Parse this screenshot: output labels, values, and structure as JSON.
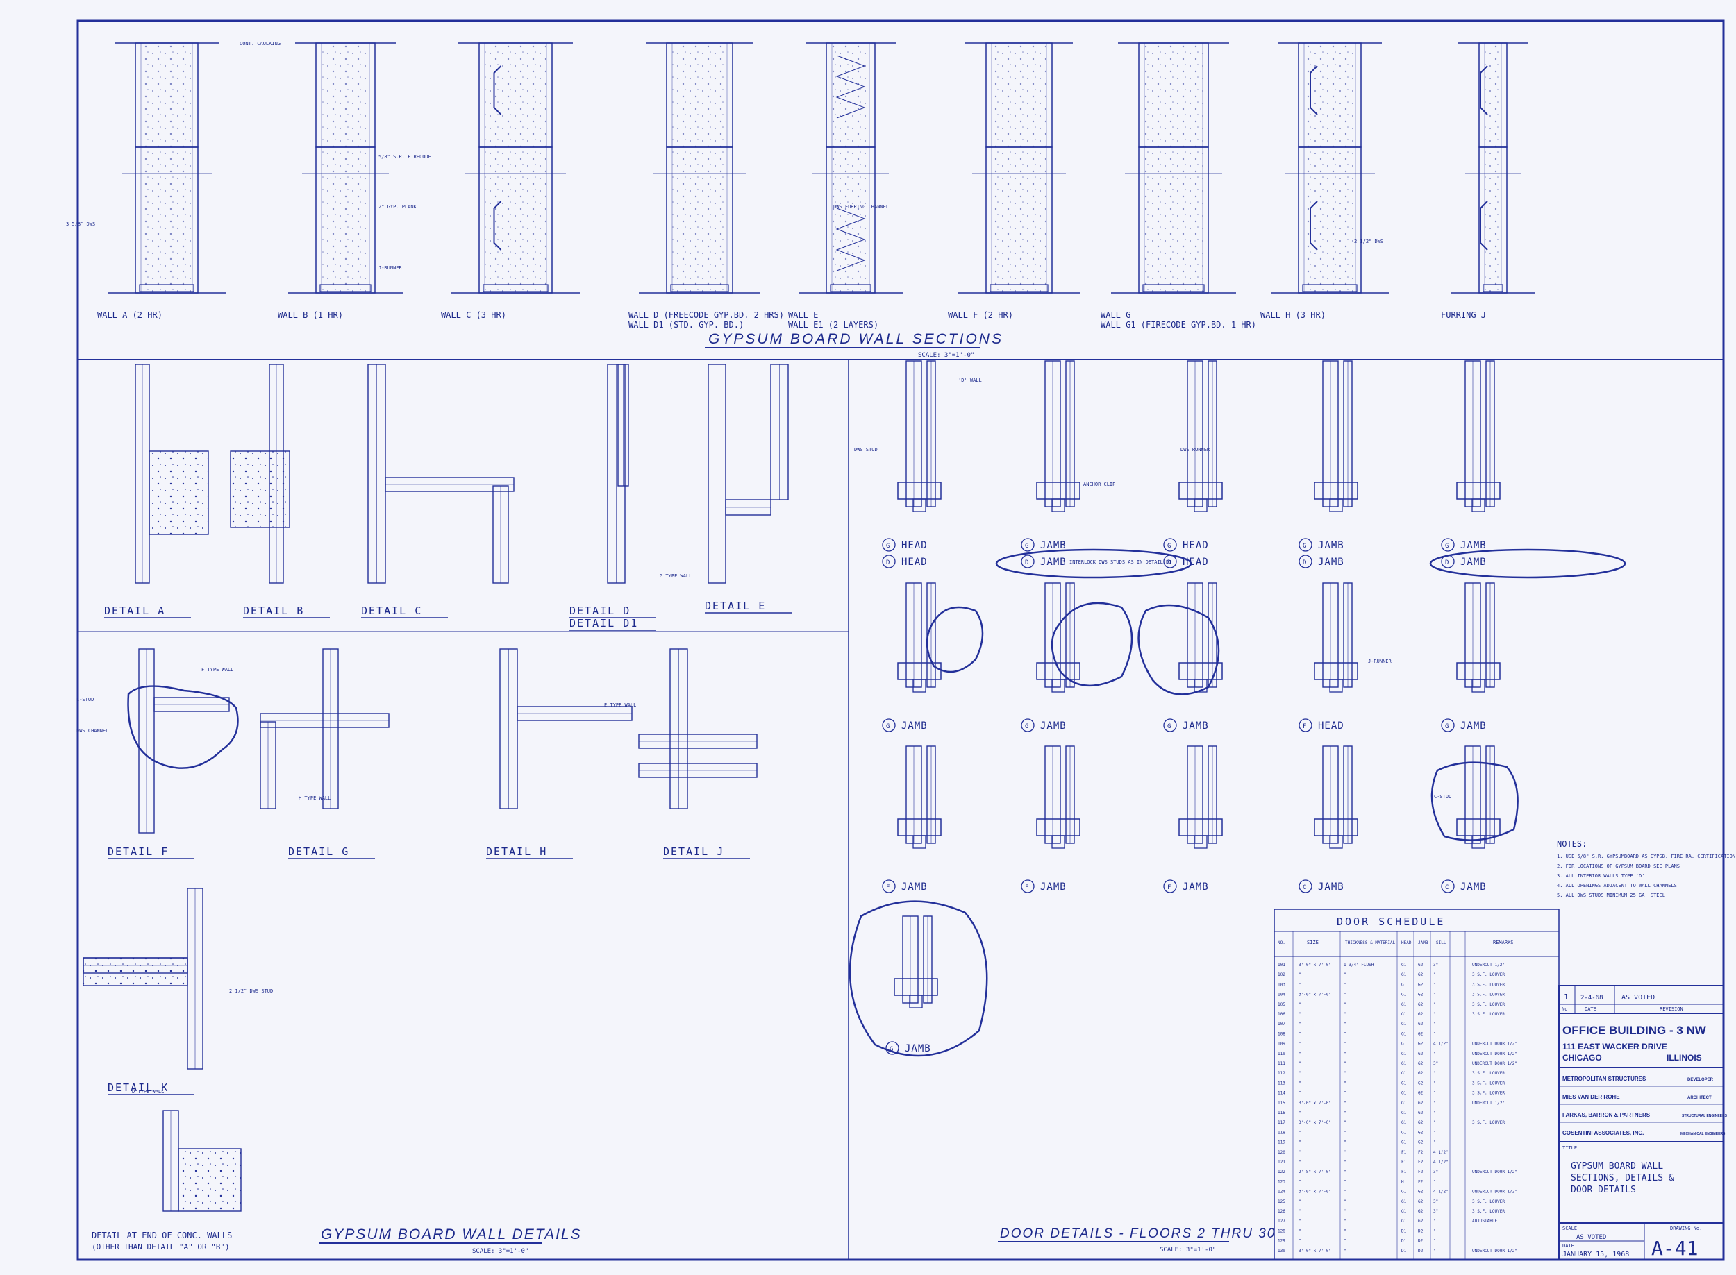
{
  "colors": {
    "ink": "#23309a",
    "paper": "#f4f5fb"
  },
  "wall_sections": {
    "title": "GYPSUM BOARD WALL SECTIONS",
    "scale": "SCALE: 3\"=1'-0\"",
    "walls": [
      {
        "id": "a",
        "label": "WALL  A  (2 HR)"
      },
      {
        "id": "b",
        "label": "WALL  B  (1 HR)"
      },
      {
        "id": "c",
        "label": "WALL  C  (3 HR)"
      },
      {
        "id": "d",
        "label": "WALL  D  (FREECODE GYP.BD. 2 HRS)",
        "label2": "WALL  D1  (STD. GYP. BD.)"
      },
      {
        "id": "e",
        "label": "WALL  E",
        "label2": "WALL  E1  (2 LAYERS)"
      },
      {
        "id": "f",
        "label": "WALL  F  (2 HR)"
      },
      {
        "id": "g",
        "label": "WALL  G",
        "label2": "WALL  G1  (FIRECODE GYP.BD. 1 HR)"
      },
      {
        "id": "h",
        "label": "WALL  H  (3 HR)"
      },
      {
        "id": "j",
        "label": "FURRING  J"
      }
    ],
    "notes": [
      "5/8\" S.R. FIRECODE",
      "2\" GYP. PLANK",
      "J-RUNNER",
      "CONT. CAULKING",
      "DWS FURRING CHANNEL",
      "2 1/2\" DWS",
      "3 5/8\" DWS"
    ]
  },
  "wall_details": {
    "title": "GYPSUM BOARD WALL DETAILS",
    "scale": "SCALE: 3\"=1'-0\"",
    "details": [
      "DETAIL  A",
      "DETAIL  B",
      "DETAIL  C",
      "DETAIL  D",
      "DETAIL  D1",
      "DETAIL  E",
      "DETAIL  F",
      "DETAIL  G",
      "DETAIL  H",
      "DETAIL  J",
      "DETAIL  K"
    ],
    "end_detail": "DETAIL AT END OF CONC. WALLS",
    "end_detail_note": "(OTHER THAN DETAIL \"A\" OR \"B\")",
    "callouts": [
      "F TYPE WALL",
      "E TYPE WALL",
      "G TYPE WALL",
      "H TYPE WALL",
      "D TYPE WALL",
      "C-STUD",
      "DWS CHANNEL",
      "2 1/2\" DWS STUD"
    ]
  },
  "door_details": {
    "title": "DOOR DETAILS - FLOORS 2 THRU 30",
    "scale": "SCALE: 3\"=1'-0\"",
    "row1": [
      "HEAD",
      "JAMB",
      "HEAD",
      "JAMB",
      "JAMB"
    ],
    "row1b": [
      "HEAD",
      "JAMB",
      "HEAD",
      "JAMB",
      "JAMB"
    ],
    "row1b_note": "INTERLOCK DWS STUDS AS IN DETAIL D1",
    "row2": [
      "JAMB",
      "JAMB",
      "JAMB",
      "HEAD",
      "JAMB"
    ],
    "row3": [
      "JAMB",
      "JAMB",
      "JAMB",
      "JAMB",
      "JAMB"
    ],
    "row4": [
      "JAMB"
    ],
    "callouts": [
      "'D' WALL",
      "DWS STUD",
      "ANCHOR CLIP",
      "DWS RUNNER",
      "C-STUD",
      "J-RUNNER"
    ]
  },
  "notes": {
    "title": "NOTES:",
    "items": [
      "1. USE 5/8\" S.R. GYPSUMBOARD AS GYPSB. FIRE RA. CERTIFICATION",
      "2. FOR LOCATIONS OF GYPSUM BOARD SEE PLANS",
      "3. ALL INTERIOR WALLS TYPE 'D'",
      "4. ALL OPENINGS ADJACENT TO WALL CHANNELS",
      "5. ALL DWS STUDS MINIMUM 25 GA. STEEL"
    ]
  },
  "door_schedule": {
    "title": "DOOR  SCHEDULE",
    "headers": [
      "NO.",
      "SIZE",
      "THICKNESS & MATERIAL",
      "HEAD",
      "JAMB",
      "SILL",
      "REMARKS"
    ],
    "rows": [
      [
        "101",
        "3'-0\" x 7'-0\"",
        "1 3/4\" FLUSH",
        "G1",
        "G2",
        "3\"",
        "UNDERCUT 1/2\""
      ],
      [
        "102",
        "\"",
        "\"",
        "G1",
        "G2",
        "\"",
        "3 S.F. LOUVER"
      ],
      [
        "103",
        "\"",
        "\"",
        "G1",
        "G2",
        "\"",
        "3 S.F. LOUVER"
      ],
      [
        "104",
        "3'-0\" x 7'-0\"",
        "\"",
        "G1",
        "G2",
        "\"",
        "3 S.F. LOUVER"
      ],
      [
        "105",
        "\"",
        "\"",
        "G1",
        "G2",
        "\"",
        "3 S.F. LOUVER"
      ],
      [
        "106",
        "\"",
        "\"",
        "G1",
        "G2",
        "\"",
        "3 S.F. LOUVER"
      ],
      [
        "107",
        "\"",
        "\"",
        "G1",
        "G2",
        "\"",
        ""
      ],
      [
        "108",
        "\"",
        "\"",
        "G1",
        "G2",
        "\"",
        ""
      ],
      [
        "109",
        "\"",
        "\"",
        "G1",
        "G2",
        "4 1/2\"",
        "UNDERCUT DOOR 1/2\""
      ],
      [
        "110",
        "\"",
        "\"",
        "G1",
        "G2",
        "\"",
        "UNDERCUT DOOR 1/2\""
      ],
      [
        "111",
        "\"",
        "\"",
        "G1",
        "G2",
        "3\"",
        "UNDERCUT DOOR 1/2\""
      ],
      [
        "112",
        "\"",
        "\"",
        "G1",
        "G2",
        "\"",
        "3 S.F. LOUVER"
      ],
      [
        "113",
        "\"",
        "\"",
        "G1",
        "G2",
        "\"",
        "3 S.F. LOUVER"
      ],
      [
        "114",
        "\"",
        "\"",
        "G1",
        "G2",
        "\"",
        "3 S.F. LOUVER"
      ],
      [
        "115",
        "3'-0\" x 7'-0\"",
        "\"",
        "G1",
        "G2",
        "\"",
        "UNDERCUT 1/2\""
      ],
      [
        "116",
        "\"",
        "\"",
        "G1",
        "G2",
        "\"",
        ""
      ],
      [
        "117",
        "3'-0\" x 7'-0\"",
        "\"",
        "G1",
        "G2",
        "\"",
        "3 S.F. LOUVER"
      ],
      [
        "118",
        "\"",
        "\"",
        "G1",
        "G2",
        "\"",
        ""
      ],
      [
        "119",
        "\"",
        "\"",
        "G1",
        "G2",
        "\"",
        ""
      ],
      [
        "120",
        "\"",
        "\"",
        "F1",
        "F2",
        "4 1/2\"",
        ""
      ],
      [
        "121",
        "\"",
        "\"",
        "F1",
        "F2",
        "4 1/2\"",
        ""
      ],
      [
        "122",
        "2'-8\" x 7'-0\"",
        "\"",
        "F1",
        "F2",
        "3\"",
        "UNDERCUT DOOR 1/2\""
      ],
      [
        "123",
        "\"",
        "\"",
        "H",
        "F2",
        "\"",
        ""
      ],
      [
        "124",
        "3'-0\" x 7'-0\"",
        "\"",
        "G1",
        "G2",
        "4 1/2\"",
        "UNDERCUT DOOR 1/2\""
      ],
      [
        "125",
        "\"",
        "\"",
        "G1",
        "G2",
        "3\"",
        "3 S.F. LOUVER"
      ],
      [
        "126",
        "\"",
        "\"",
        "G1",
        "G2",
        "3\"",
        "3 S.F. LOUVER"
      ],
      [
        "127",
        "\"",
        "\"",
        "G1",
        "G2",
        "\"",
        "ADJUSTABLE"
      ],
      [
        "128",
        "\"",
        "\"",
        "D1",
        "D2",
        "\"",
        ""
      ],
      [
        "129",
        "\"",
        "\"",
        "D1",
        "D2",
        "\"",
        ""
      ],
      [
        "130",
        "3'-0\" x 7'-0\"",
        "\"",
        "D1",
        "D2",
        "\"",
        "UNDERCUT DOOR 1/2\""
      ]
    ]
  },
  "revision": {
    "mark": "1",
    "date": "2-4-68",
    "text": "AS VOTED",
    "hdr_no": "No.",
    "hdr_date": "DATE",
    "hdr_rev": "REVISION"
  },
  "title_block": {
    "project": "OFFICE  BUILDING - 3 NW",
    "address1": "111  EAST  WACKER  DRIVE",
    "city": "CHICAGO",
    "state": "ILLINOIS",
    "parties": [
      {
        "name": "METROPOLITAN  STRUCTURES",
        "role": "DEVELOPER"
      },
      {
        "name": "MIES  VAN  DER  ROHE",
        "role": "ARCHITECT"
      },
      {
        "name": "FARKAS,  BARRON  &  PARTNERS",
        "role": "STRUCTURAL ENGINEERS"
      },
      {
        "name": "COSENTINI  ASSOCIATES,  INC.",
        "role": "MECHANICAL ENGINEERS"
      }
    ],
    "title_label": "TITLE",
    "title": [
      "GYPSUM BOARD WALL",
      "SECTIONS, DETAILS &",
      "DOOR DETAILS"
    ],
    "scale_label": "SCALE",
    "scale": "AS VOTED",
    "date_label": "DATE",
    "date": "JANUARY 15, 1968",
    "drawing_label": "DRAWING No.",
    "drawing_no": "A-41"
  }
}
